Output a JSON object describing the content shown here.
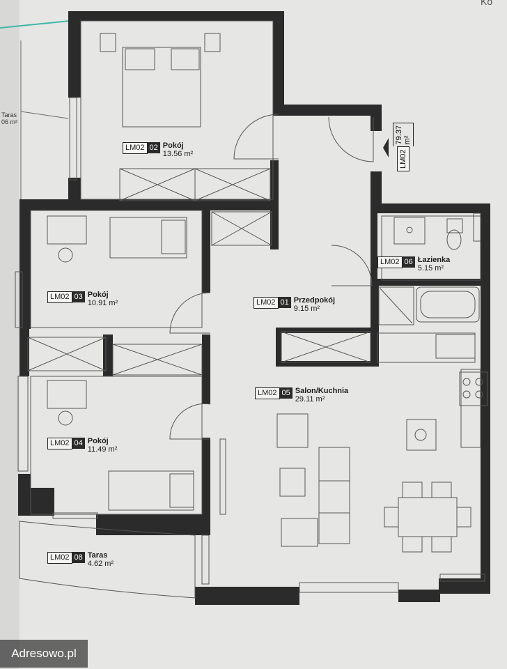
{
  "rooms": {
    "pokoj02": {
      "code": "LM02",
      "num": "02",
      "name": "Pokój",
      "area": "13.56 m²"
    },
    "pokoj03": {
      "code": "LM02",
      "num": "03",
      "name": "Pokój",
      "area": "10.91 m²"
    },
    "pokoj04": {
      "code": "LM02",
      "num": "04",
      "name": "Pokój",
      "area": "11.49 m²"
    },
    "przedpokoj": {
      "code": "LM02",
      "num": "01",
      "name": "Przedpokój",
      "area": "9.15 m²"
    },
    "lazienka": {
      "code": "LM02",
      "num": "06",
      "name": "Łazienka",
      "area": "5.15 m²"
    },
    "salon": {
      "code": "LM02",
      "num": "05",
      "name": "Salon/Kuchnia",
      "area": "29.11 m²"
    },
    "taras": {
      "code": "LM02",
      "num": "08",
      "name": "Taras",
      "area": "4.62 m²"
    }
  },
  "total": {
    "code": "LM02",
    "area": "79.37 m²"
  },
  "side_label": {
    "name": "Taras",
    "area": "06 m²"
  },
  "corner_text": "Ko",
  "watermark": "Adresowo.pl",
  "colors": {
    "wall": "#2b2b2b",
    "paper": "#e6e6e4",
    "line": "#555555",
    "accent": "#3fb8a8"
  }
}
